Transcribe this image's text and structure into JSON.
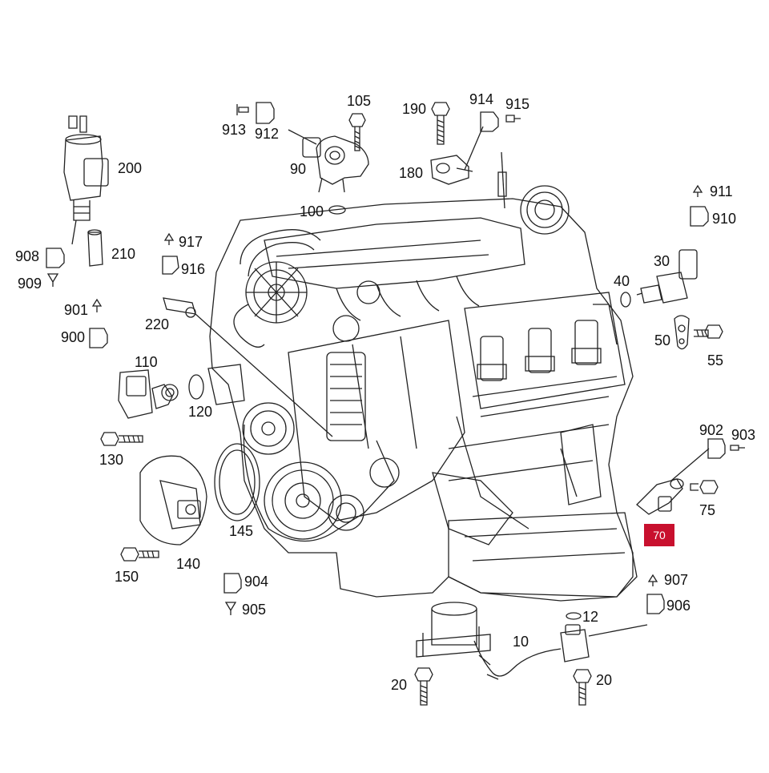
{
  "highlight": {
    "label": "70",
    "color": "#c8102e"
  },
  "callouts": {
    "c105": "105",
    "c190": "190",
    "c914": "914",
    "c915": "915",
    "c913": "913",
    "c912": "912",
    "c90": "90",
    "c180": "180",
    "c100": "100",
    "c200": "200",
    "c210": "210",
    "c908": "908",
    "c909": "909",
    "c917": "917",
    "c916": "916",
    "c220": "220",
    "c901": "901",
    "c900": "900",
    "c110": "110",
    "c120": "120",
    "c130": "130",
    "c911": "911",
    "c910": "910",
    "c30": "30",
    "c40": "40",
    "c50": "50",
    "c55": "55",
    "c902": "902",
    "c903": "903",
    "c75": "75",
    "c145": "145",
    "c140": "140",
    "c150": "150",
    "c904": "904",
    "c905": "905",
    "c907": "907",
    "c906": "906",
    "c12": "12",
    "c10": "10",
    "c20a": "20",
    "c20b": "20"
  }
}
